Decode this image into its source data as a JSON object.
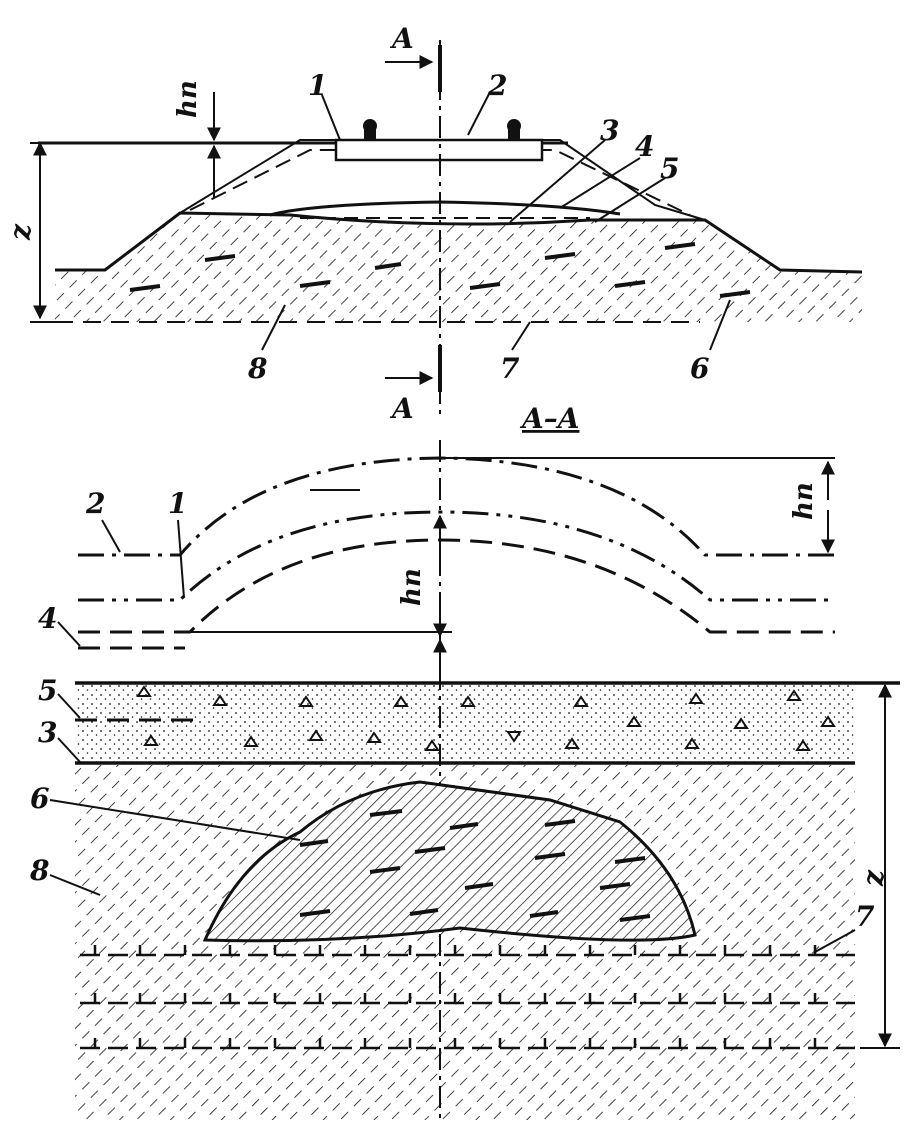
{
  "section_marks": {
    "top": "A",
    "bottom": "A",
    "section_title": "A–A"
  },
  "dimensions": {
    "heave_top": "hn",
    "heave_section_right": "hn",
    "heave_section_center": "hn",
    "depth_top": "z",
    "depth_section": "z"
  },
  "callouts_top": [
    "1",
    "2",
    "3",
    "4",
    "5",
    "6",
    "7",
    "8"
  ],
  "callouts_section": [
    "1",
    "2",
    "3",
    "4",
    "5",
    "6",
    "7",
    "8"
  ]
}
